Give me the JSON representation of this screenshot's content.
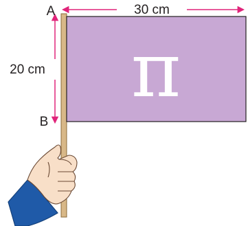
{
  "diagram": {
    "width_label": "30 cm",
    "height_label": "20 cm",
    "point_a": "A",
    "point_b": "B",
    "flag_symbol": "π"
  },
  "colors": {
    "flag": "#c8a8d4",
    "dimension_arrows": "#e0247a",
    "pole": "#d8b888",
    "sleeve": "#1f5aa8",
    "skin": "#f8dfc8"
  }
}
